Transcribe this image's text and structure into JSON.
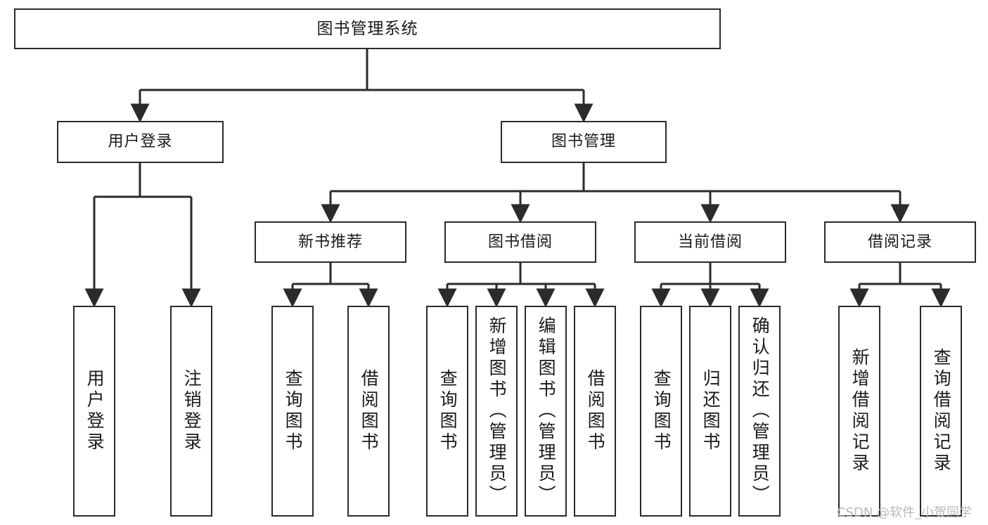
{
  "diagram": {
    "title": "图书管理系统",
    "type": "functional-structure-tree",
    "style": {
      "box_border_color": "#2b2b2b",
      "box_fill": "#ffffff",
      "line_color": "#2b2b2b",
      "text_color": "#1a1a1a",
      "watermark_color": "#b9b9b9",
      "background": "#ffffff"
    }
  },
  "root": {
    "label": "图书管理系统"
  },
  "level2": [
    {
      "label": "用户登录"
    },
    {
      "label": "图书管理"
    }
  ],
  "level3": [
    {
      "label": "新书推荐"
    },
    {
      "label": "图书借阅"
    },
    {
      "label": "当前借阅"
    },
    {
      "label": "借阅记录"
    }
  ],
  "leaves": {
    "user_login": [
      {
        "label": "用户登录"
      },
      {
        "label": "注销登录"
      }
    ],
    "new_book_recommend": [
      {
        "label": "查询图书"
      },
      {
        "label": "借阅图书"
      }
    ],
    "book_borrow": [
      {
        "label": "查询图书"
      },
      {
        "label": "新增图书（管理员）"
      },
      {
        "label": "编辑图书（管理员）"
      },
      {
        "label": "借阅图书"
      }
    ],
    "current_borrow": [
      {
        "label": "查询图书"
      },
      {
        "label": "归还图书"
      },
      {
        "label": "确认归还（管理员）"
      }
    ],
    "borrow_record": [
      {
        "label": "新增借阅记录"
      },
      {
        "label": "查询借阅记录"
      }
    ]
  },
  "watermark": {
    "text": "CSDN @软件_小贺同学"
  }
}
